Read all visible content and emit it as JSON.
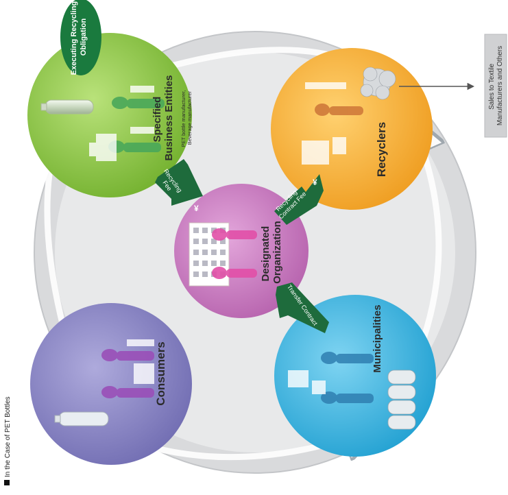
{
  "caption": "In the Case of PET Bottles",
  "obligation_label": [
    "Executing Recycling",
    "Obligation"
  ],
  "sales_box": [
    "Sales to Textile",
    "Manufacturers and Others"
  ],
  "nodes": {
    "specified": {
      "title": [
        "Specified",
        "Business Entities"
      ],
      "subtitle": [
        "PET bottle manufacturer,",
        "Beverage manufacturer"
      ],
      "color": "#8cc63f"
    },
    "recyclers": {
      "title": [
        "Recyclers"
      ],
      "color": "#f5b335"
    },
    "designated": {
      "title": [
        "Designated",
        "Organization"
      ],
      "color": "#c97bc0"
    },
    "consumers": {
      "title": [
        "Consumers"
      ],
      "color": "#8a86c4"
    },
    "municipalities": {
      "title": [
        "Municipalities"
      ],
      "color": "#35b4e0"
    }
  },
  "flows": {
    "recycling_fee": {
      "symbol": "¥",
      "lines": [
        "Recycling",
        "Fee"
      ]
    },
    "recycling_contract_fee": {
      "symbol": "¥",
      "lines": [
        "Recycling",
        "Contract Fee"
      ]
    },
    "transfer_contract": {
      "lines": [
        "Transfer Contract"
      ]
    }
  },
  "colors": {
    "ring": "#d9dadc",
    "inner": "#e6e7e8",
    "flow_arrow": "#1e6b3c",
    "obligation_oval": "#1a7a3e",
    "cycle_arrow": "#cfd3d8"
  }
}
